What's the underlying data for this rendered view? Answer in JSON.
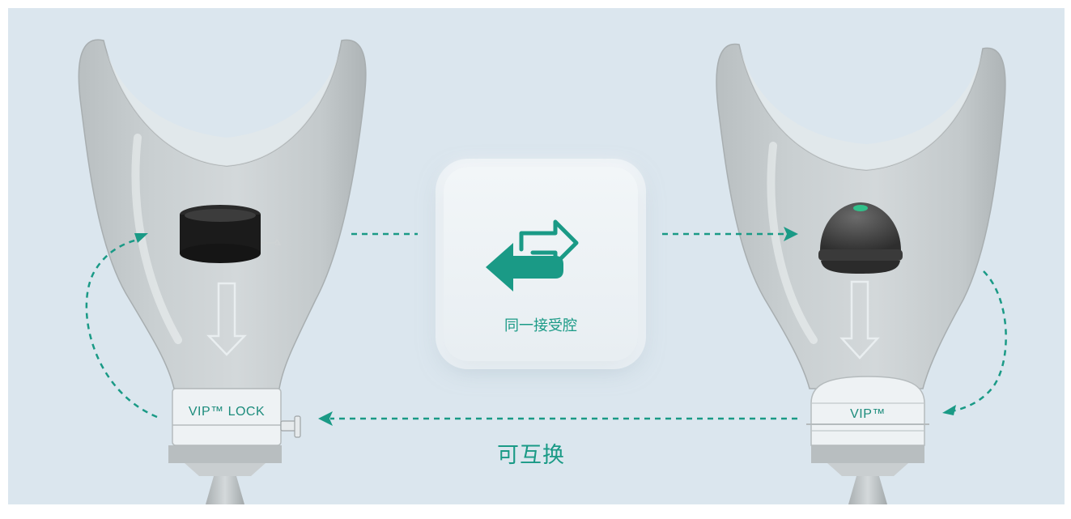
{
  "left_socket": {
    "badge_text": "VIP™ LOCK"
  },
  "right_socket": {
    "badge_text": "VIP™"
  },
  "center_card": {
    "label": "同一接受腔",
    "icon": "swap-arrows-icon"
  },
  "bottom_label": "可互换",
  "colors": {
    "accent": "#1a9a86",
    "background": "#dbe6ee",
    "card": "#eef3f6"
  }
}
